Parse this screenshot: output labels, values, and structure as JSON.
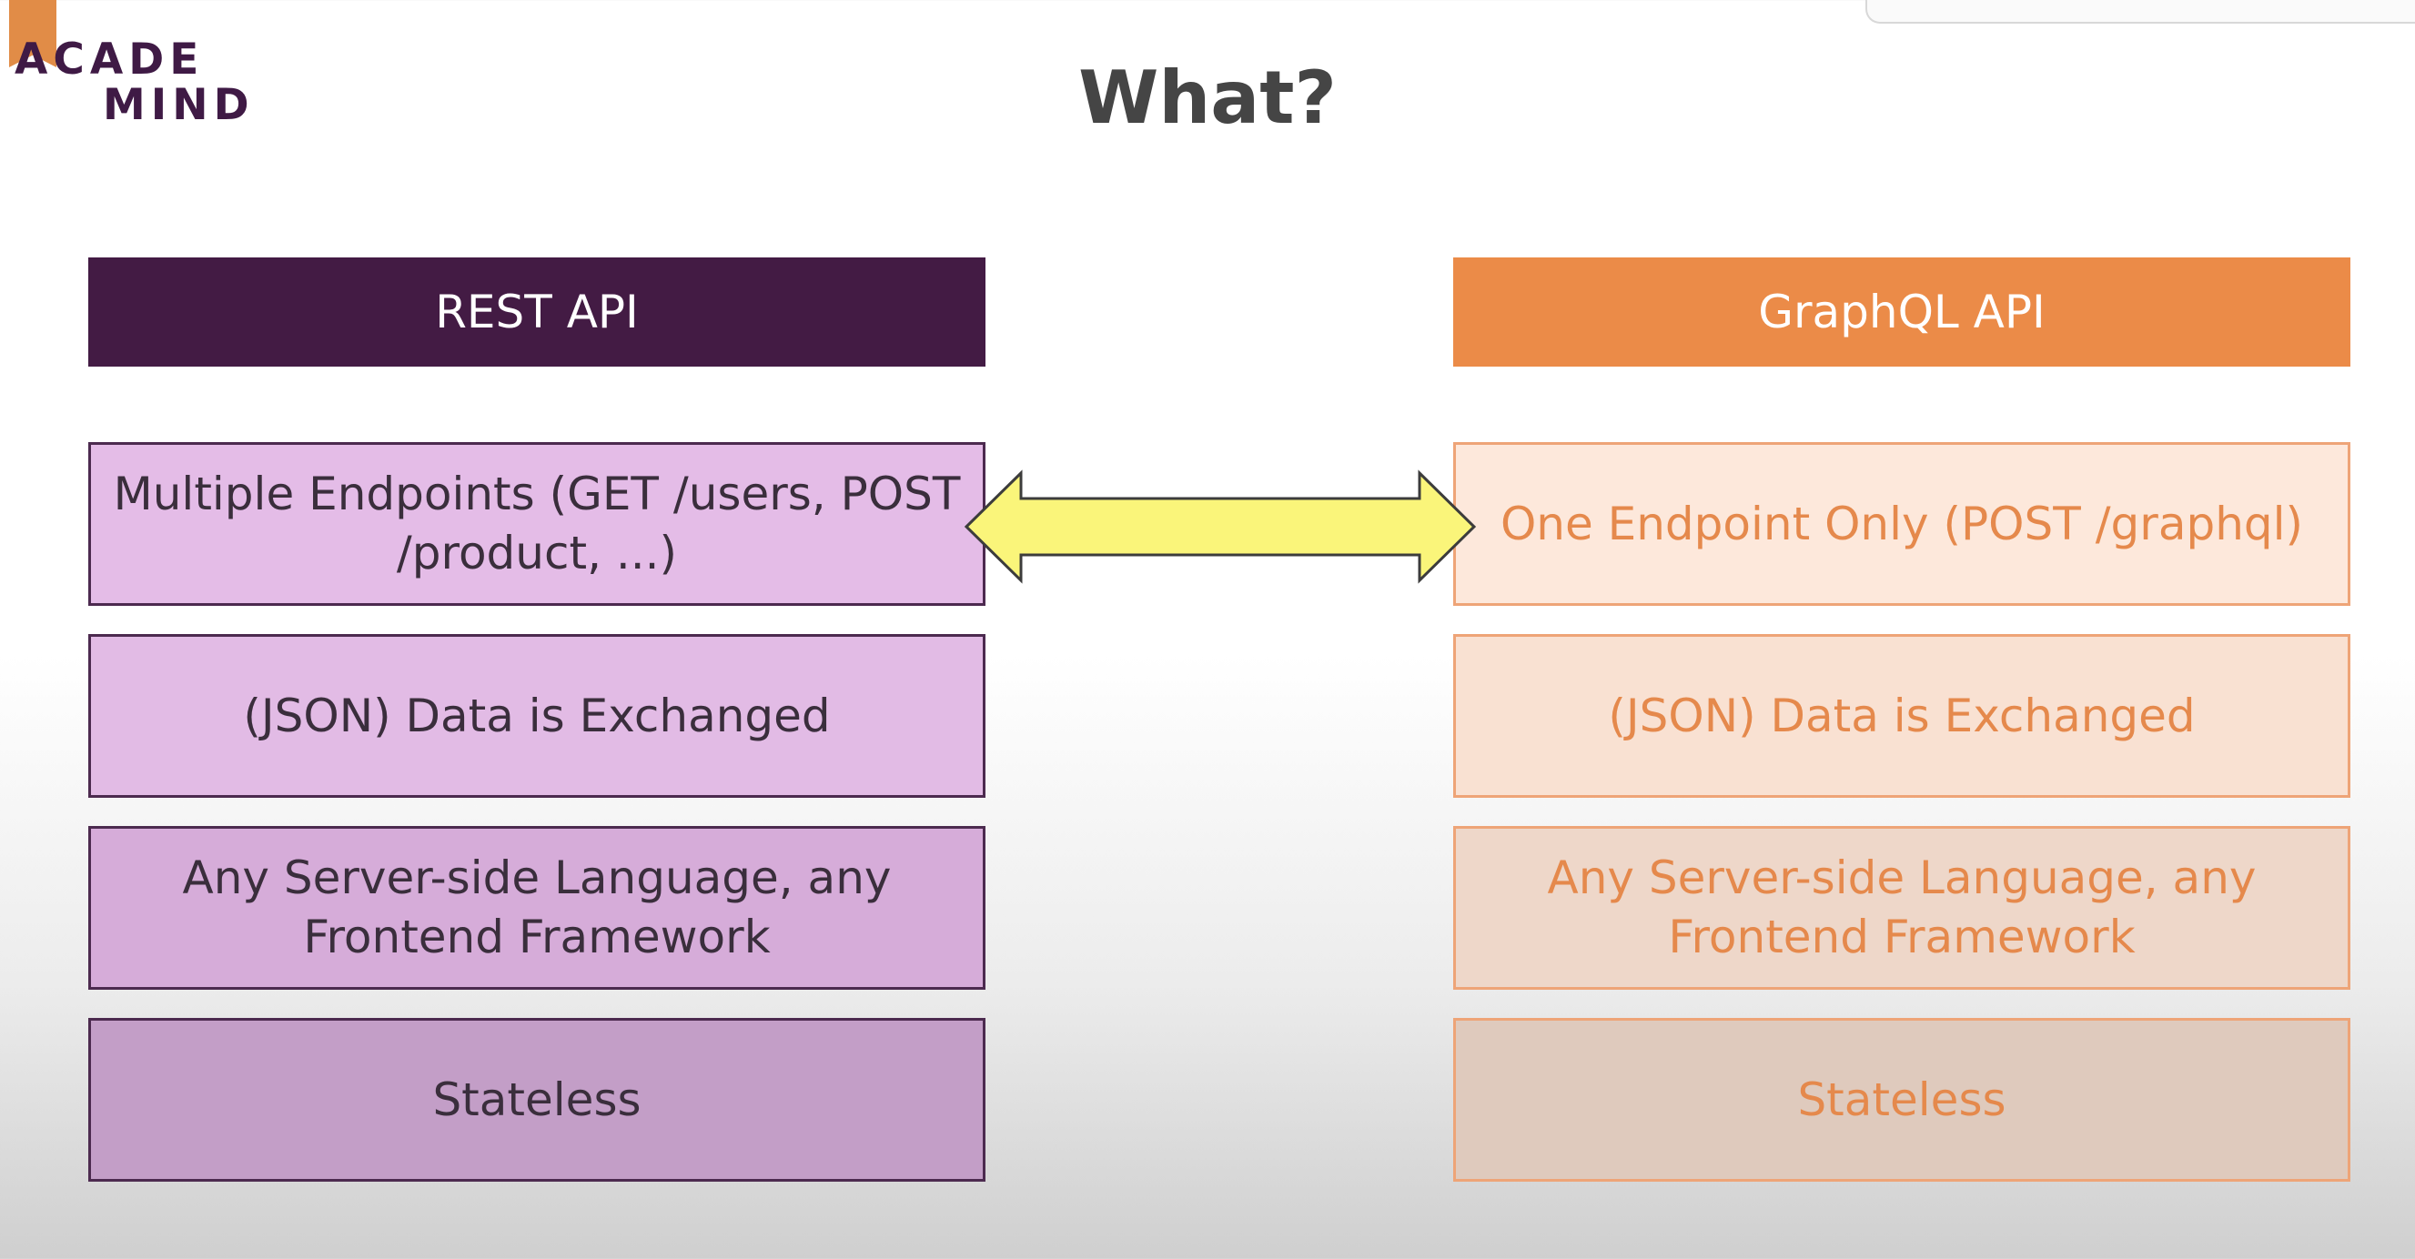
{
  "logo": {
    "line1": "ACADE",
    "line2": "MIND"
  },
  "title": "What?",
  "columns": {
    "rest": {
      "header": "REST API",
      "color": "#431b44",
      "items": [
        "Multiple Endpoints (GET /users, POST /product, ...)",
        "(JSON) Data is Exchanged",
        "Any Server-side Language, any Frontend Framework",
        "Stateless"
      ]
    },
    "graphql": {
      "header": "GraphQL API",
      "color": "#eb8b48",
      "items": [
        "One Endpoint Only (POST /graphql)",
        "(JSON) Data is Exchanged",
        "Any Server-side Language, any Frontend Framework",
        "Stateless"
      ]
    }
  },
  "arrow": {
    "fill": "#faf57a",
    "icon": "double-arrow-icon"
  }
}
